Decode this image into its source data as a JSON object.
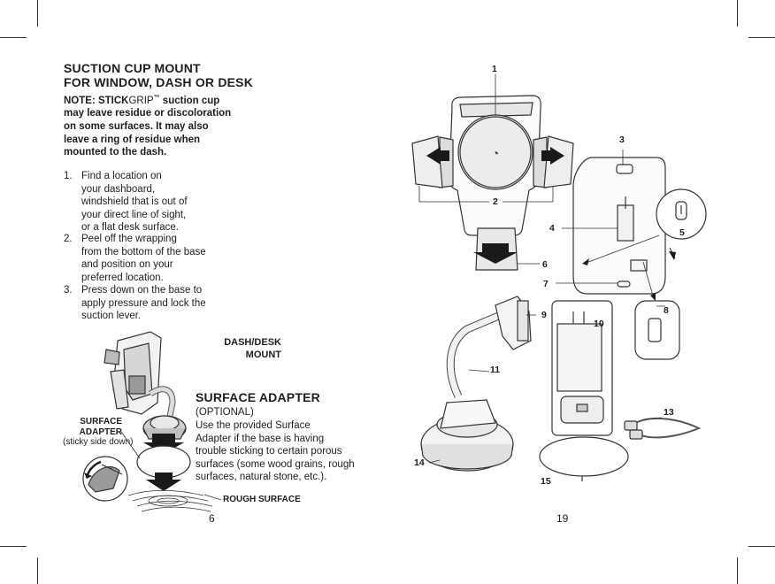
{
  "left_page": {
    "title_line1": "SUCTION CUP MOUNT",
    "title_line2": "FOR WINDOW, DASH OR DESK",
    "note": {
      "prefix": "NOTE: STICK",
      "brand": "GRIP",
      "tm": "™",
      "line1_rest": " suction cup",
      "line2": "may leave residue or discoloration",
      "line3": "on some surfaces. It may also",
      "line4": "leave a ring of residue when",
      "line5": "mounted to the dash."
    },
    "steps": [
      {
        "num": "1.",
        "text": "Find a location on\nyour dashboard,\nwindshield that is out of\nyour direct line of sight,\nor a flat desk surface."
      },
      {
        "num": "2.",
        "text": "Peel off the wrapping\nfrom the bottom of the base\nand position on your\npreferred location."
      },
      {
        "num": "3.",
        "text": "Press down on the base to\napply pressure and lock the\nsuction lever."
      }
    ],
    "dash_label_line1": "DASH/DESK",
    "dash_label_line2": "MOUNT",
    "surface_adapter_label_line1": "SURFACE",
    "surface_adapter_label_line2": "ADAPTER",
    "sticky_note": "(sticky side down)",
    "section_title": "SURFACE ADAPTER",
    "optional": "(OPTIONAL)",
    "section_body": "Use the provided Surface\nAdapter if the base is having\ntrouble sticking to certain porous\nsurfaces (some wood grains, rough\nsurfaces, natural stone, etc.).",
    "rough_surface": "ROUGH SURFACE",
    "page_number": "6"
  },
  "right_page": {
    "callouts": [
      "1",
      "2",
      "3",
      "4",
      "5",
      "6",
      "7",
      "8",
      "9",
      "10",
      "11",
      "13",
      "14",
      "15"
    ],
    "page_number": "19"
  }
}
